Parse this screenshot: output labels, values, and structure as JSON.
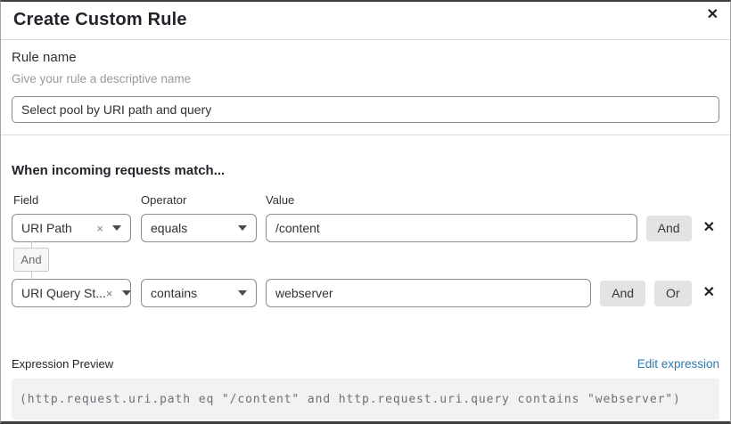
{
  "header": {
    "title": "Create Custom Rule"
  },
  "icons": {
    "close": "✕",
    "clear": "×",
    "remove_row": "✕"
  },
  "rule_name": {
    "label": "Rule name",
    "hint": "Give your rule a descriptive name",
    "value": "Select pool by URI path and query"
  },
  "match": {
    "heading": "When incoming requests match...",
    "field_label": "Field",
    "operator_label": "Operator",
    "value_label": "Value",
    "connector_label": "And",
    "rows": [
      {
        "field": "URI Path",
        "operator": "equals",
        "value": "/content",
        "and_label": "And"
      },
      {
        "field": "URI Query St...",
        "operator": "contains",
        "value": "webserver",
        "and_label": "And",
        "or_label": "Or"
      }
    ]
  },
  "expression_preview": {
    "label": "Expression Preview",
    "edit_link": "Edit expression",
    "expression": "(http.request.uri.path eq \"/content\" and http.request.uri.query contains \"webserver\")"
  },
  "colors": {
    "link_blue": "#2c7cb0",
    "chip_button_bg": "#e3e3e3",
    "code_box_bg": "#f2f2f2",
    "input_border": "#8c8c8c"
  }
}
